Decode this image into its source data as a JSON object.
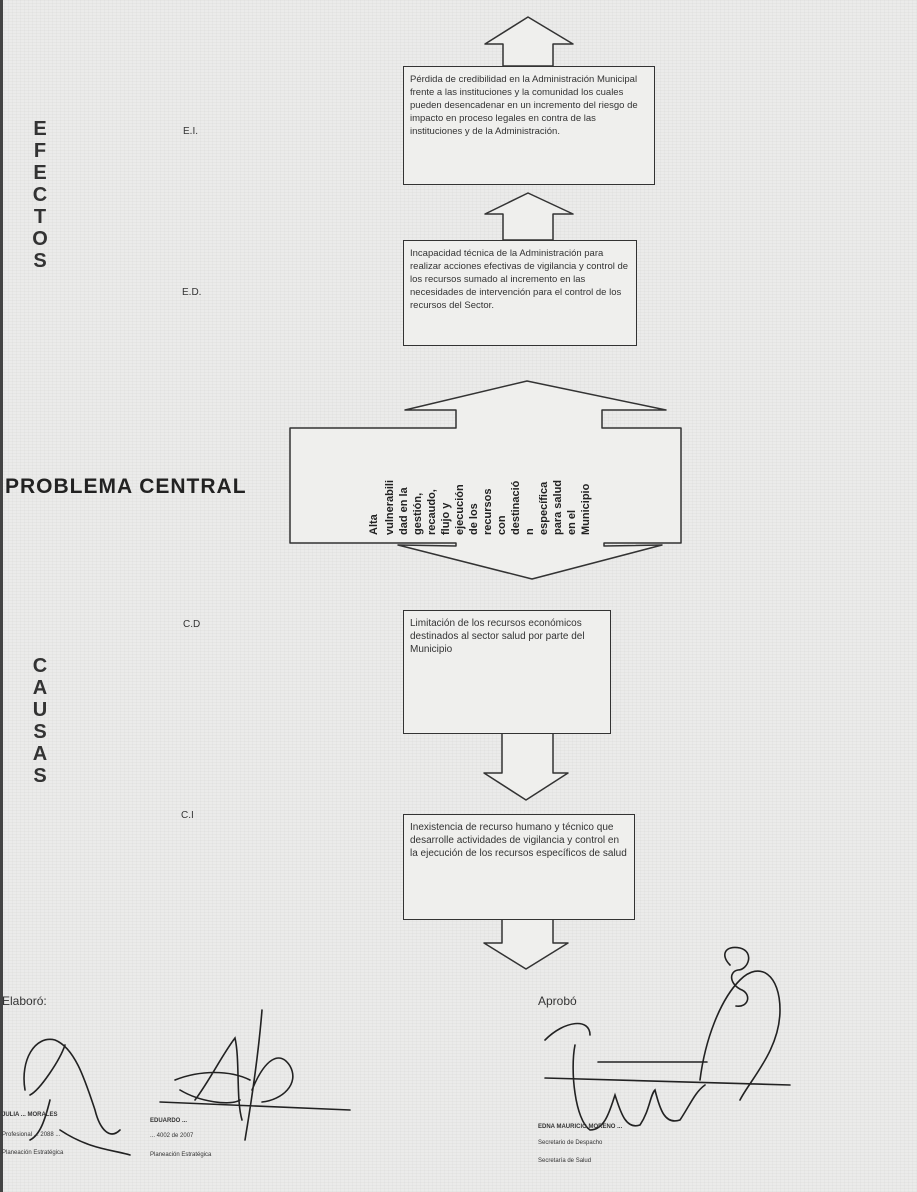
{
  "effects": {
    "side_label": "EFECTOS",
    "codes": {
      "ei": "E.I.",
      "ed": "E.D."
    },
    "box_indirect": "Pérdida de credibilidad en la Administración Municipal frente a las instituciones y la comunidad los cuales pueden desencadenar en un incremento del riesgo de impacto en proceso legales en contra de las instituciones y de la Administración.",
    "box_direct": "Incapacidad técnica de la Administración para realizar acciones efectivas de vigilancia y control de los recursos sumado al incremento en las necesidades de intervención para el control de los recursos del Sector."
  },
  "central_problem": {
    "label": "PROBLEMA CENTRAL",
    "columns": [
      "Alta",
      "vulnerabili",
      "dad en la",
      "gestión,",
      "recaudo,",
      "flujo y",
      "ejecución",
      "de los",
      "recursos",
      "con",
      "destinació",
      "n",
      "específica",
      "para salud",
      "en el",
      "Municipio"
    ]
  },
  "causes": {
    "side_label": "CAUSAS",
    "codes": {
      "cd": "C.D",
      "ci": "C.I"
    },
    "box_direct": "Limitación de los recursos económicos destinados al sector salud por parte del Municipio",
    "box_indirect": "Inexistencia de recurso humano y técnico que desarrolle actividades de vigilancia y control en la ejecución de los recursos específicos de salud"
  },
  "signatures": {
    "elaboro_label": "Elaboró:",
    "aprobo_label": "Aprobó",
    "signer1": {
      "name": "JULIA ... MORALES",
      "line1": "Profesional ... 2088 ...",
      "line2": "Planeación Estratégica"
    },
    "signer2": {
      "name": "EDUARDO ...",
      "line1": "... 4002 de 2007",
      "line2": "Planeación Estratégica"
    },
    "signer3": {
      "name": "EDNA MAURICIO MORENO ...",
      "line1": "Secretario de Despacho",
      "line2": "Secretaría de Salud"
    }
  }
}
